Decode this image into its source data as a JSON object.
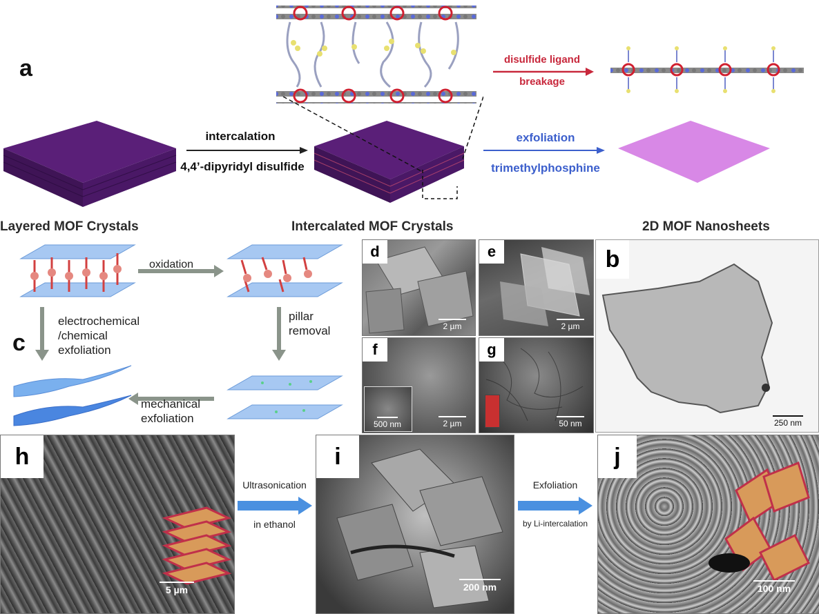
{
  "panel_a": {
    "letter": "a",
    "intercalation_label": "intercalation",
    "reagent_label": "4,4’-dipyridyl disulfide",
    "exfoliation_label": "exfoliation",
    "phosphine_label": "trimethylphosphine",
    "breakage_line1": "disulfide ligand",
    "breakage_line2": "breakage",
    "layered_caption": "Layered MOF Crystals",
    "intercalated_caption": "Intercalated MOF Crystals",
    "nanosheet_caption": "2D MOF Nanosheets",
    "colors": {
      "crystal": "#5a1f78",
      "crystal_dark": "#3f1456",
      "nanosheet": "#d888e6",
      "blue_text": "#3c5fcc",
      "red_text": "#c8283c"
    }
  },
  "panel_c": {
    "letter": "c",
    "oxidation_label": "oxidation",
    "pillar_line1": "pillar",
    "pillar_line2": "removal",
    "echem_line1": "electrochemical",
    "echem_line2": "/chemical",
    "echem_line3": "exfoliation",
    "mech_line1": "mechanical",
    "mech_line2": "exfoliation"
  },
  "sem_small": [
    {
      "letter": "d",
      "scale": "2 µm"
    },
    {
      "letter": "e",
      "scale": "2 µm"
    },
    {
      "letter": "f",
      "scale": "2 µm",
      "inset_scale": "500 nm"
    },
    {
      "letter": "g",
      "scale": "50 nm"
    }
  ],
  "panel_b": {
    "letter": "b",
    "scale": "250 nm"
  },
  "panel_h": {
    "letter": "h",
    "scale": "5 µm"
  },
  "panel_i": {
    "letter": "i",
    "scale": "200 nm"
  },
  "panel_j": {
    "letter": "j",
    "scale": "100 nm"
  },
  "arrow_hi": {
    "line1": "Ultrasonication",
    "line2": "in ethanol"
  },
  "arrow_ij": {
    "line1": "Exfoliation",
    "line2": "by Li-intercalation"
  }
}
